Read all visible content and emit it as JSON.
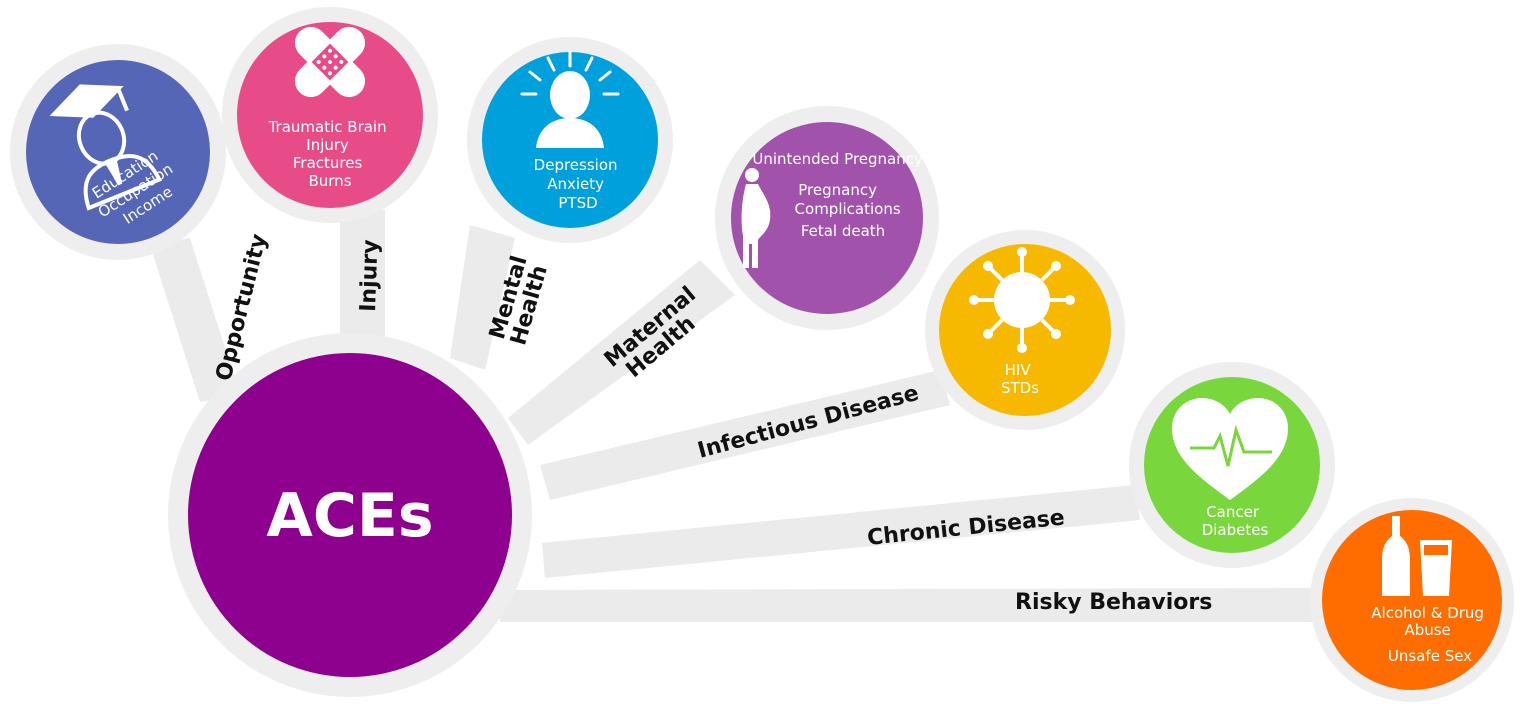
{
  "center": {
    "label": "ACEs",
    "color": "#8e008e"
  },
  "ring_color": "#eeeeee",
  "bar_color": "#ebebeb",
  "branches": [
    {
      "label_lines": [
        "Opportunity"
      ],
      "color": "#5666b7",
      "icon": "graduate-icon",
      "node_lines": [
        "Education",
        "Occupation",
        "Income"
      ]
    },
    {
      "label_lines": [
        "Injury"
      ],
      "color": "#e84c88",
      "icon": "bandage-icon",
      "node_lines": [
        "Traumatic Brain",
        "Injury",
        "Fractures",
        "Burns"
      ]
    },
    {
      "label_lines": [
        "Mental",
        "Health"
      ],
      "color": "#00a0dc",
      "icon": "person-head-icon",
      "node_lines": [
        "Depression",
        "Anxiety",
        "PTSD"
      ]
    },
    {
      "label_lines": [
        "Maternal",
        "Health"
      ],
      "color": "#a153ac",
      "icon": "pregnant-woman-icon",
      "node_lines": [
        "Unintended Pregnancy",
        "Pregnancy",
        "Complications",
        "Fetal death"
      ]
    },
    {
      "label_lines": [
        "Infectious Disease"
      ],
      "color": "#f7b900",
      "icon": "virus-icon",
      "node_lines": [
        "HIV",
        "STDs"
      ]
    },
    {
      "label_lines": [
        "Chronic Disease"
      ],
      "color": "#79d63c",
      "icon": "heart-pulse-icon",
      "node_lines": [
        "Cancer",
        "Diabetes"
      ]
    },
    {
      "label_lines": [
        "Risky Behaviors"
      ],
      "color": "#ff6d00",
      "icon": "bottle-glass-icon",
      "node_lines": [
        "Alcohol & Drug",
        "Abuse",
        "Unsafe Sex"
      ]
    }
  ]
}
